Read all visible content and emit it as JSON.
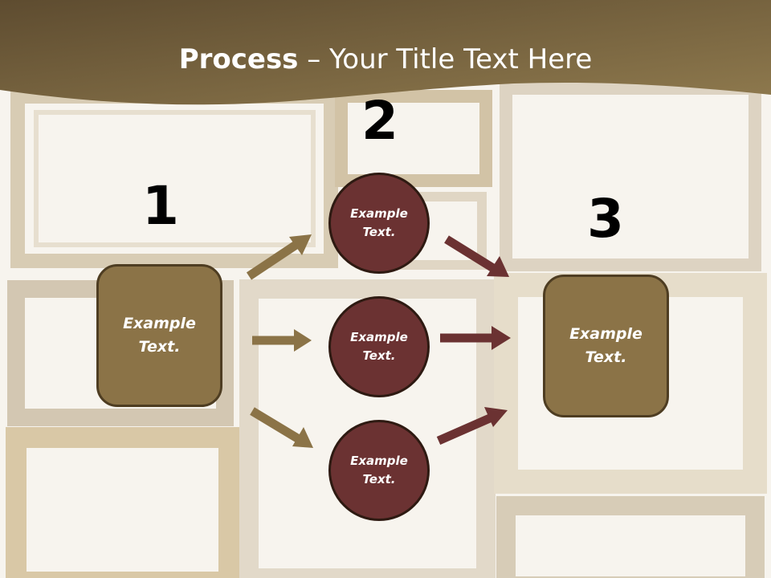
{
  "slide": {
    "title_bold": "Process",
    "title_rest": " – Your Title Text Here"
  },
  "steps": {
    "one": "1",
    "two": "2",
    "three": "3"
  },
  "nodes": {
    "left_box": "Example\nText.",
    "circle_top": "Example\nText.",
    "circle_mid": "Example\nText.",
    "circle_bottom": "Example\nText.",
    "right_box": "Example\nText."
  },
  "colors": {
    "header_brown": "#7a6540",
    "box_fill": "#8b7347",
    "circle_fill": "#6b3232",
    "arrow_tan": "#8b7347",
    "arrow_maroon": "#6b3232"
  }
}
